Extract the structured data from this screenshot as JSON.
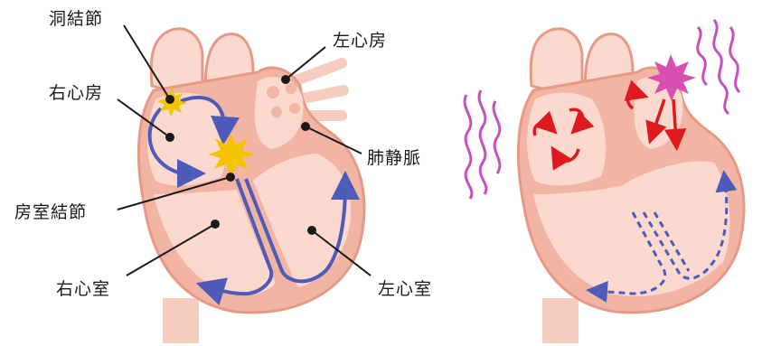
{
  "labels": {
    "sa_node": "洞結節",
    "right_atrium": "右心房",
    "left_atrium": "左心房",
    "pulmonary_vein": "肺静脈",
    "av_node": "房室結節",
    "right_ventricle": "右心室",
    "left_ventricle": "左心室"
  },
  "colors": {
    "heart_fill": "#fbd9cf",
    "heart_wall": "#f2b4a3",
    "heart_outline": "#e59a86",
    "conduction_blue": "#4f5bb8",
    "spark_yellow": "#f5c400",
    "spark_magenta": "#d94fb0",
    "wave_magenta": "#c84fc0",
    "arrow_red": "#e0191f",
    "label_line": "#1a1a1a"
  },
  "icons": {
    "sa_spark": "yellow-starburst-icon",
    "av_spark": "yellow-starburst-icon",
    "ectopic_spark": "magenta-starburst-icon",
    "chaos_waves": "wavy-line-icon",
    "reentry_arrows": "curved-arrow-icon"
  }
}
